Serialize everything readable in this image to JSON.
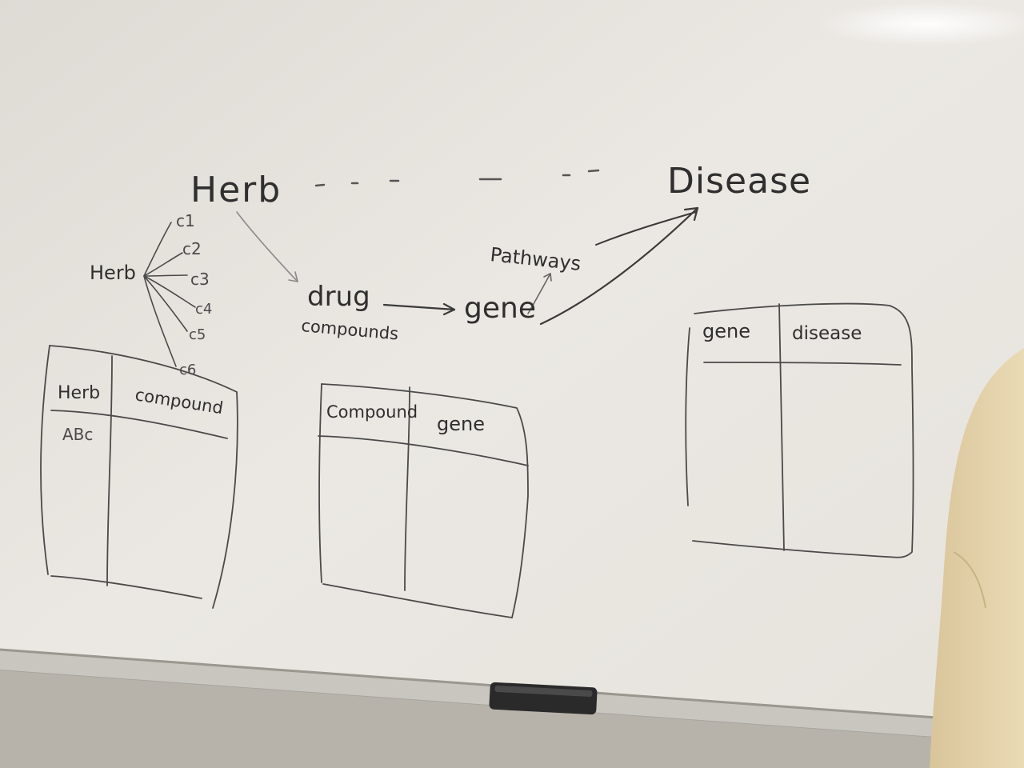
{
  "whiteboard": {
    "top_diagram": {
      "source": "Herb",
      "target": "Disease",
      "drug": "drug",
      "compounds": "compounds",
      "gene": "gene",
      "pathways": "Pathways"
    },
    "herb_branch": {
      "herb": "Herb",
      "compounds": [
        "c1",
        "c2",
        "c3",
        "c4",
        "c5",
        "c6"
      ]
    },
    "tables": [
      {
        "headers": [
          "Herb",
          "compound"
        ],
        "first_cell": "ABc"
      },
      {
        "headers": [
          "Compound",
          "gene"
        ]
      },
      {
        "headers": [
          "gene",
          "disease"
        ]
      }
    ]
  },
  "colors": {
    "board": "#e9e6e0",
    "marker": "#2f2f2f",
    "marker_faint": "#8a8a8a",
    "eraser": "#2a2a2a",
    "tray": "#b9b6b0",
    "shirt": "#e2cfa5"
  }
}
